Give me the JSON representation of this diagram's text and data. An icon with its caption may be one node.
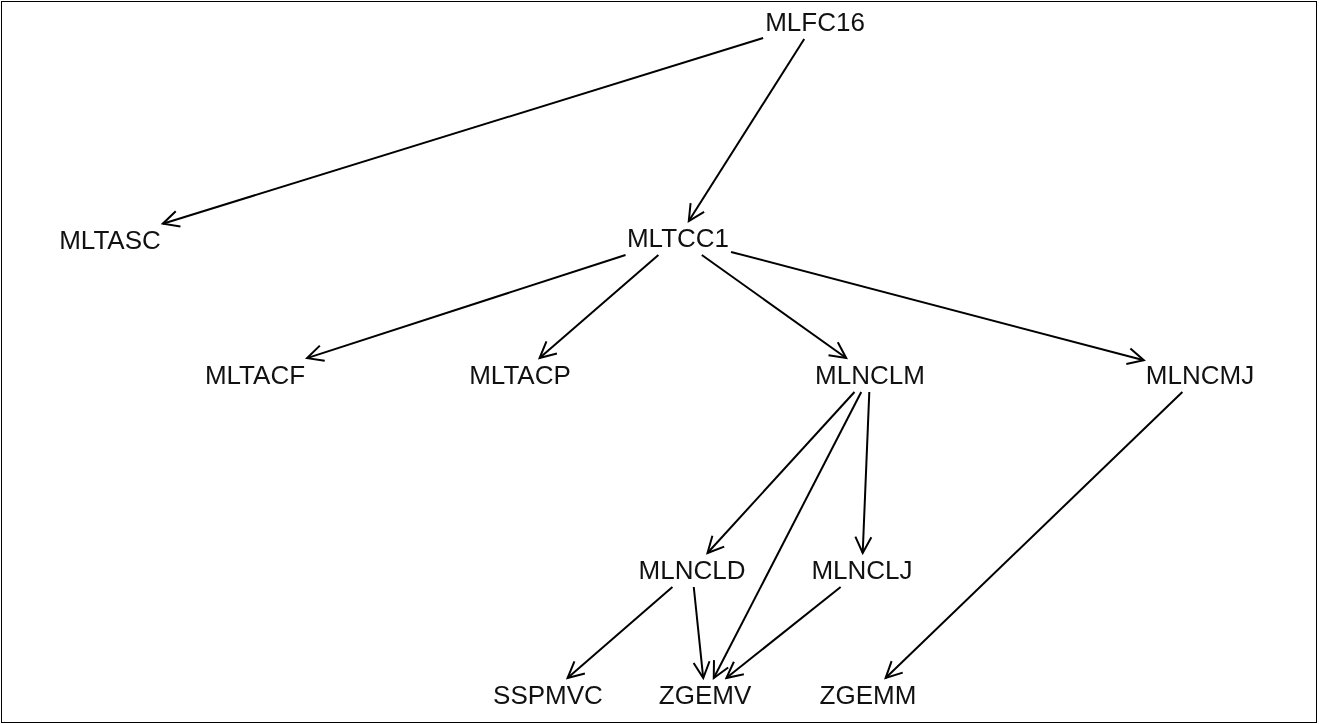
{
  "diagram": {
    "nodes": [
      {
        "text": [
          "MLFC16"
        ]
      },
      {
        "text": [
          "MLTASC"
        ]
      },
      {
        "text": [
          "MLTCC1"
        ]
      },
      {
        "text": [
          "MLTACF"
        ]
      },
      {
        "text": [
          "MLTACP"
        ]
      },
      {
        "text": [
          "MLNCLM"
        ]
      },
      {
        "text": [
          "MLNCMJ"
        ]
      },
      {
        "text": [
          "MLNCLD"
        ]
      },
      {
        "text": [
          "MLNCLJ"
        ]
      },
      {
        "text": [
          "SSPMVC"
        ]
      },
      {
        "text": [
          "ZGEMV"
        ]
      },
      {
        "text": [
          "ZGEMM"
        ]
      }
    ],
    "edges": [
      {
        "from": 0,
        "to": 1,
        "arrow": "to"
      },
      {
        "from": 0,
        "to": 2,
        "arrow": "to"
      },
      {
        "from": 2,
        "to": 3,
        "arrow": "to"
      },
      {
        "from": 2,
        "to": 4,
        "arrow": "to"
      },
      {
        "from": 2,
        "to": 5,
        "arrow": "to"
      },
      {
        "from": 2,
        "to": 6,
        "arrow": "to"
      },
      {
        "from": 5,
        "to": 7,
        "arrow": "to"
      },
      {
        "from": 5,
        "to": 10,
        "arrow": "to"
      },
      {
        "from": 5,
        "to": 8,
        "arrow": "to"
      },
      {
        "from": 6,
        "to": 11,
        "arrow": "to"
      },
      {
        "from": 7,
        "to": 9,
        "arrow": "to"
      },
      {
        "from": 7,
        "to": 10,
        "arrow": "to"
      },
      {
        "from": 8,
        "to": 10,
        "arrow": "to"
      }
    ]
  }
}
